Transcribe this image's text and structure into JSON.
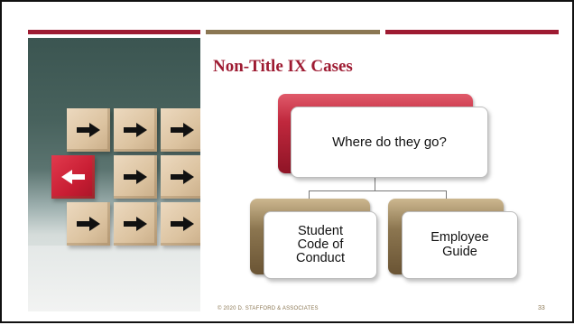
{
  "slide": {
    "title": "Non-Title IX Cases",
    "footer": "© 2020 D. STAFFORD & ASSOCIATES",
    "page_number": "33"
  },
  "diagram": {
    "root": {
      "label": "Where do they go?",
      "color": "#c0283d"
    },
    "children": [
      {
        "label": "Student Code of Conduct",
        "color": "#8c7650"
      },
      {
        "label": "Employee Guide",
        "color": "#8c7650"
      }
    ]
  },
  "theme": {
    "accent_red": "#9e1b32",
    "accent_gold": "#8b7753"
  },
  "photo": {
    "subject": "wooden cubes with black right arrows and one red cube with a white left arrow"
  }
}
